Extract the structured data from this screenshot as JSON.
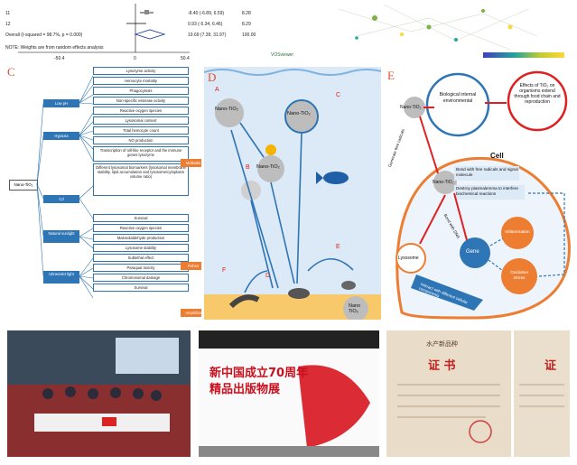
{
  "forest": {
    "rows": [
      {
        "id": "11",
        "ci": "-8.40 (-6.89, 6.59)",
        "w": "8.28"
      },
      {
        "id": "12",
        "ci": "0.93 (-5.34, 6.46)",
        "w": "8.29"
      },
      {
        "id": "Overall  (I-squared = 98.7%, p = 0.000)",
        "ci": "19.69 (7.39, 31.97)",
        "w": "100.00"
      }
    ],
    "note": "NOTE: Weights are from random effects analysis",
    "ticks": [
      "-50.4",
      "0",
      "50.4"
    ],
    "vos_logo": "VOSviewer"
  },
  "panelC": {
    "letter": "C",
    "center": "Nano-TiO₂",
    "factors": [
      "Low pH",
      "Hypoxia",
      "Cd",
      "Natural sunlight",
      "Ultraviolet light"
    ],
    "endpoints": [
      "Lysozyme activity",
      "Hemocyte mortality",
      "Phagocytosis",
      "Non-specific esterase activity",
      "Reactive oxygen species",
      "Lysosomal content",
      "Total hemocyte count",
      "NO production",
      "Transcription of toll-like receptor and the immune genes lysozyme",
      "Different lysosomal biomarkers (lysosomal membrane stability, lipid accumulation and lysosome/cytoplasm volume ratio)",
      "Survival",
      "Reactive oxygen species",
      "Malondialdehyde production",
      "Lysosome stability",
      "Sublethal effect",
      "Paraquat toxicity",
      "Chromosomal damage",
      "Survival"
    ],
    "organisms": [
      "Mollusks",
      "Fishes",
      "Amphibia"
    ]
  },
  "panelD": {
    "letter": "D",
    "labels": {
      "A": "A",
      "B": "B",
      "C": "C",
      "D": "D",
      "E": "E",
      "F": "F"
    },
    "nano1": "Nano-TiO₂",
    "nano2": "Nano-TiO₂",
    "nano3": "Nano-TiO₂",
    "nano4": "Nano TiO₂"
  },
  "panelE": {
    "letter": "E",
    "nano_out": "Nano-TiO₂",
    "bio_env": "Biological internal environmental",
    "effects": "Effects of TiO₂ on organisms extend through food chain and reproduction",
    "cell": "Cell",
    "radicals": "Generate free radicals",
    "nano_in": "Nano-TiO₂",
    "bond1": "Bond with free radicals and signal molecule",
    "destroy": "Destroy plasmalemma to interfere biochemical reactions",
    "bond_dna": "Bond with DNA",
    "gene": "Gene",
    "inflammation": "Inflammation",
    "oxidative": "Oxidative stress",
    "lysosome": "Lysosome",
    "interact": "Interact with different cellular components"
  },
  "photos": {
    "banner_line1": "新中国成立70周年",
    "banner_line2": "精品出版物展",
    "cert_header": "水产新品种",
    "cert_title": "证  书",
    "cert_title2": "证"
  },
  "colors": {
    "blue": "#2e75b6",
    "orange": "#ed7d31",
    "red": "#e02020",
    "water": "#dce9f7",
    "sand": "#f7c96b"
  }
}
